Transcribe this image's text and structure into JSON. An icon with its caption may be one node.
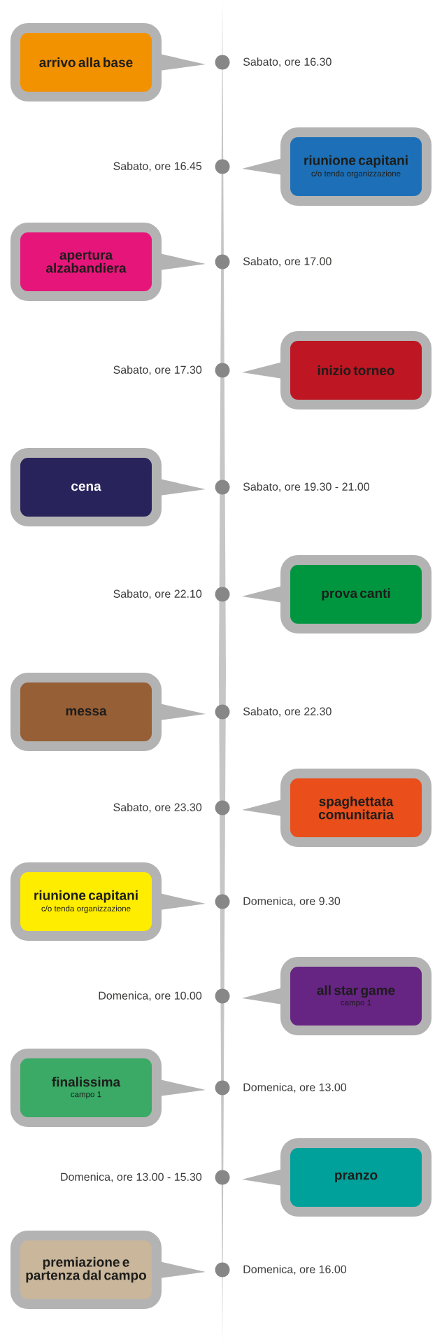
{
  "diagram": {
    "nodes": [
      {
        "text": [
          "arrivo alla base"
        ],
        "beside": [
          "Sabato, ore 16.30"
        ]
      },
      {
        "text": [
          "riunione capitani",
          "c/o tenda organizzazione"
        ],
        "beside": [
          "Sabato, ore 16.45"
        ]
      },
      {
        "text": [
          "apertura alzabandiera"
        ],
        "beside": [
          "Sabato, ore 17.00"
        ]
      },
      {
        "text": [
          "inizio torneo"
        ],
        "beside": [
          "Sabato, ore 17.30"
        ]
      },
      {
        "text": [
          "cena"
        ],
        "beside": [
          "Sabato, ore 19.30 - 21.00"
        ]
      },
      {
        "text": [
          "prova canti"
        ],
        "beside": [
          "Sabato, ore 22.10"
        ]
      },
      {
        "text": [
          "messa"
        ],
        "beside": [
          "Sabato, ore 22.30"
        ]
      },
      {
        "text": [
          "spaghettata comunitaria"
        ],
        "beside": [
          "Sabato, ore 23.30"
        ]
      },
      {
        "text": [
          "riunione capitani",
          "c/o tenda organizzazione"
        ],
        "beside": [
          "Domenica, ore 9.30"
        ]
      },
      {
        "text": [
          "all star game",
          "campo 1"
        ],
        "beside": [
          "Domenica, ore 10.00"
        ]
      },
      {
        "text": [
          "finalissima",
          "campo 1"
        ],
        "beside": [
          "Domenica, ore 13.00"
        ]
      },
      {
        "text": [
          "pranzo"
        ],
        "beside": [
          "Domenica, ore 13.00 - 15.30"
        ]
      },
      {
        "text": [
          "premiazione e partenza dal campo"
        ],
        "beside": [
          "Domenica, ore 16.00"
        ]
      }
    ]
  }
}
